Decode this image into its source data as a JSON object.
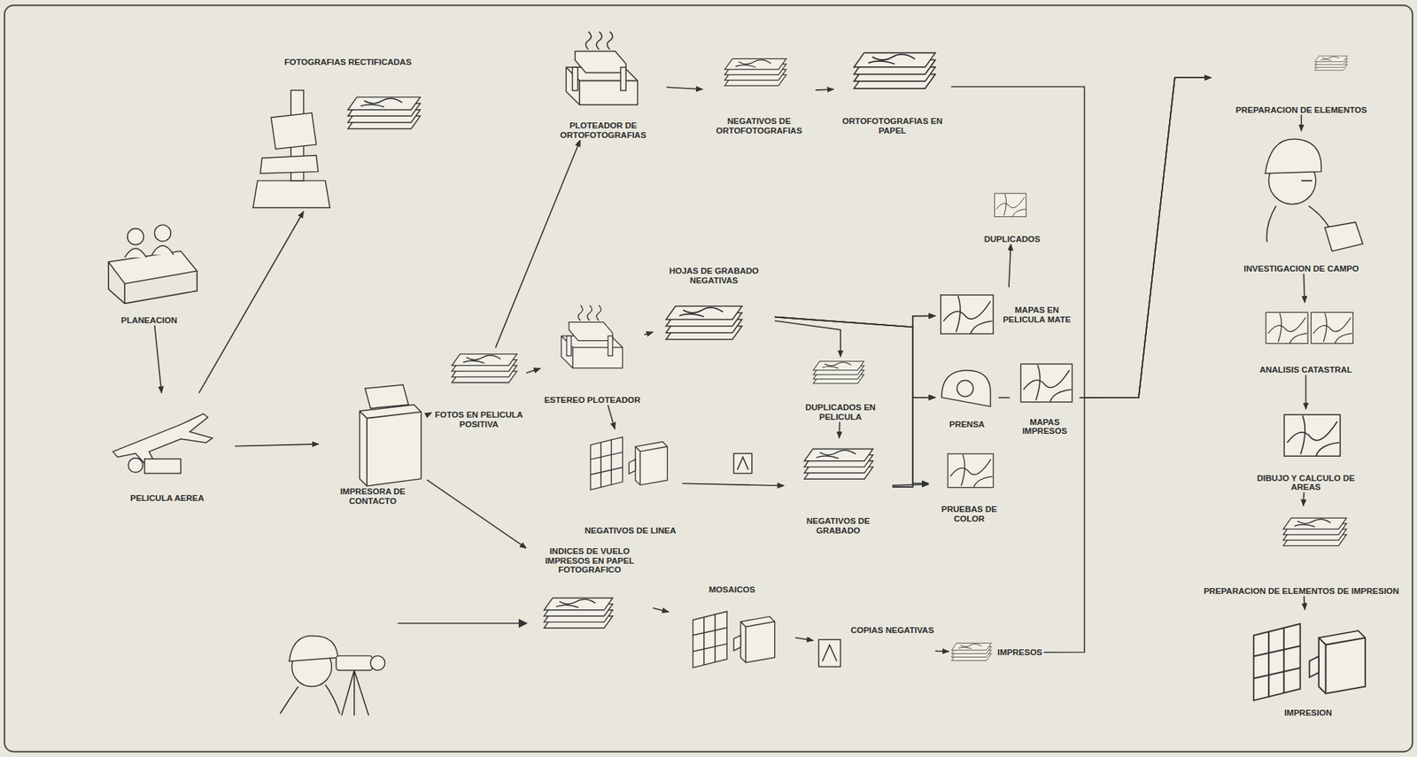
{
  "diagram": {
    "nodes": [
      {
        "text": [
          "FOTOGRAFIAS RECTIFICADAS"
        ]
      },
      {
        "text": [
          "PLANEACION"
        ]
      },
      {
        "text": [
          "PELICULA AEREA"
        ]
      },
      {
        "text": [
          "IMPRESORA DE CONTACTO"
        ]
      },
      {
        "text": [
          "FOTOS EN PELICULA POSITIVA"
        ]
      },
      {
        "text": [
          "PLOTEADOR DE ORTOFOTOGRAFIAS"
        ]
      },
      {
        "text": [
          "NEGATIVOS DE ORTOFOTOGRAFIAS"
        ]
      },
      {
        "text": [
          "ORTOFOTOGRAFIAS EN PAPEL"
        ]
      },
      {
        "text": [
          "ESTEREO PLOTEADOR"
        ]
      },
      {
        "text": [
          "HOJAS DE GRABADO NEGATIVAS"
        ]
      },
      {
        "text": [
          "NEGATIVOS DE LINEA"
        ]
      },
      {
        "text": [
          "DUPLICADOS EN PELICULA"
        ]
      },
      {
        "text": [
          "NEGATIVOS DE GRABADO"
        ]
      },
      {
        "text": [
          "DUPLICADOS"
        ]
      },
      {
        "text": [
          "MAPAS EN PELICULA MATE"
        ]
      },
      {
        "text": [
          "PRENSA"
        ]
      },
      {
        "text": [
          "MAPAS IMPRESOS"
        ]
      },
      {
        "text": [
          "PRUEBAS DE COLOR"
        ]
      },
      {
        "text": [
          "INDICES DE VUELO IMPRESOS EN PAPEL FOTOGRAFICO"
        ]
      },
      {
        "text": [
          "MOSAICOS"
        ]
      },
      {
        "text": [
          "COPIAS NEGATIVAS"
        ]
      },
      {
        "text": [
          "IMPRESOS"
        ]
      },
      {
        "text": [
          "PREPARACION DE ELEMENTOS"
        ]
      },
      {
        "text": [
          "INVESTIGACION DE CAMPO"
        ]
      },
      {
        "text": [
          "ANALISIS CATASTRAL"
        ]
      },
      {
        "text": [
          "DIBUJO Y CALCULO DE AREAS"
        ]
      },
      {
        "text": [
          "PREPARACION DE ELEMENTOS DE IMPRESION"
        ]
      },
      {
        "text": [
          "IMPRESION"
        ]
      }
    ],
    "edges": [
      {
        "from": 1,
        "to": 2,
        "arrow": "to"
      },
      {
        "from": 2,
        "to": 0,
        "arrow": "to"
      },
      {
        "from": 2,
        "to": 3,
        "arrow": "to"
      },
      {
        "from": 3,
        "to": 4,
        "arrow": "to"
      },
      {
        "from": 4,
        "to": 5,
        "arrow": "to"
      },
      {
        "from": 4,
        "to": 8,
        "arrow": "to"
      },
      {
        "from": 5,
        "to": 6,
        "arrow": "to"
      },
      {
        "from": 6,
        "to": 7,
        "arrow": "to"
      },
      {
        "from": 8,
        "to": 9,
        "arrow": "to"
      },
      {
        "from": 8,
        "to": 10,
        "arrow": "to"
      },
      {
        "from": 9,
        "to": 11,
        "arrow": "to"
      },
      {
        "from": 11,
        "to": 12,
        "arrow": "to"
      },
      {
        "from": 10,
        "to": 12,
        "arrow": "to"
      },
      {
        "from": 9,
        "to": 14,
        "arrow": "to"
      },
      {
        "from": 9,
        "to": 15,
        "arrow": "to"
      },
      {
        "from": 9,
        "to": 17,
        "arrow": "to"
      },
      {
        "from": 12,
        "to": 14,
        "arrow": "to"
      },
      {
        "from": 12,
        "to": 15,
        "arrow": "to"
      },
      {
        "from": 12,
        "to": 17,
        "arrow": "to"
      },
      {
        "from": 14,
        "to": 13,
        "arrow": "to"
      },
      {
        "from": 15,
        "to": 16,
        "arrow": "none"
      },
      {
        "from": 3,
        "to": 18,
        "arrow": "to"
      },
      {
        "from": 18,
        "to": 19,
        "arrow": "to"
      },
      {
        "from": 19,
        "to": 20,
        "arrow": "to"
      },
      {
        "from": 20,
        "to": 21,
        "arrow": "to"
      },
      {
        "from": 7,
        "to": 22,
        "arrow": "to"
      },
      {
        "from": 16,
        "to": 22,
        "arrow": "to"
      },
      {
        "from": 21,
        "to": 22,
        "arrow": "to"
      },
      {
        "from": 22,
        "to": 23,
        "arrow": "to"
      },
      {
        "from": 23,
        "to": 24,
        "arrow": "to"
      },
      {
        "from": 24,
        "to": 25,
        "arrow": "to"
      },
      {
        "from": 25,
        "to": 26,
        "arrow": "to"
      },
      {
        "from": 26,
        "to": 27,
        "arrow": "to"
      }
    ]
  }
}
